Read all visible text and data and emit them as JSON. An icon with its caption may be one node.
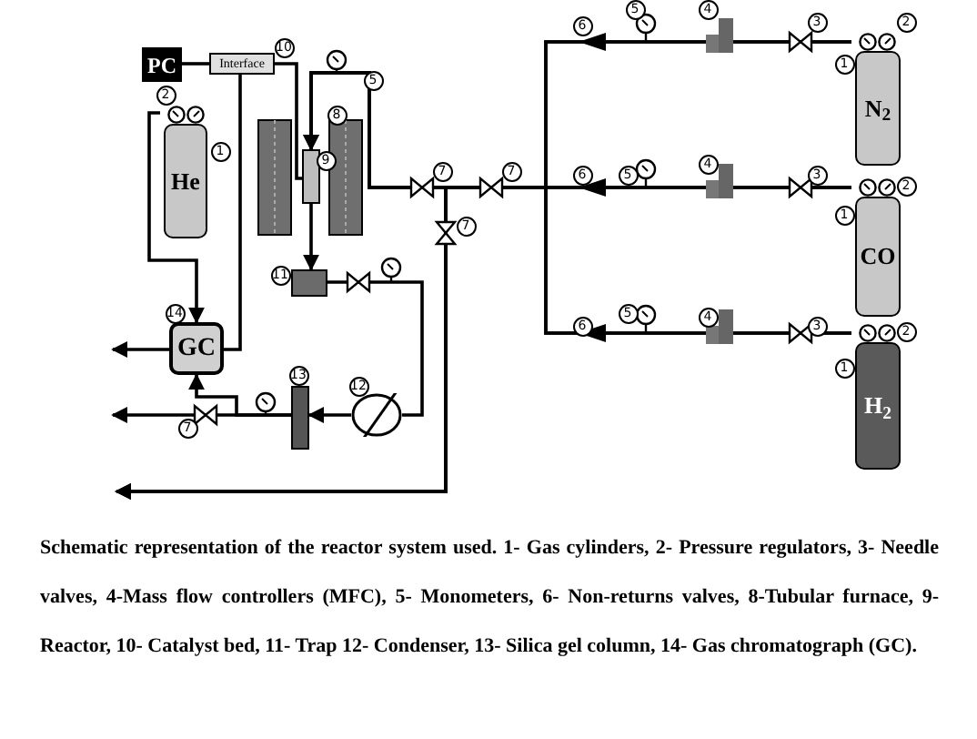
{
  "diagram": {
    "caption": "Schematic representation of the reactor system used. 1- Gas cylinders, 2- Pressure regulators, 3- Needle valves, 4-Mass flow controllers (MFC), 5- Monometers, 6- Non-returns valves, 8-Tubular furnace, 9- Reactor, 10- Catalyst bed, 11- Trap 12- Condenser, 13- Silica gel column, 14- Gas chromatograph (GC).",
    "nodes": [
      {
        "text": [
          "PC"
        ]
      },
      {
        "text": [
          "Interface"
        ]
      },
      {
        "text": [
          "He"
        ],
        "beside": [
          "1"
        ]
      },
      {
        "text": [
          "GC"
        ],
        "beside": [
          "14"
        ]
      },
      {
        "text": [
          "N$_{2}$"
        ],
        "beside": [
          "1"
        ]
      },
      {
        "text": [
          "CO"
        ],
        "beside": [
          "1"
        ]
      },
      {
        "text": [
          "H$_{2}$"
        ],
        "beside": [
          "1"
        ]
      },
      {
        "text": [],
        "shape": "box"
      },
      {
        "text": [],
        "shape": "box",
        "beside": [
          "11"
        ]
      },
      {
        "text": [],
        "shape": "circle",
        "beside": [
          "12"
        ]
      },
      {
        "text": [],
        "shape": "box",
        "beside": [
          "13"
        ]
      }
    ],
    "edges": [
      {
        "from": 0,
        "to": 1,
        "arrow": "none"
      },
      {
        "from": 1,
        "to": 7,
        "arrow": "none"
      },
      {
        "from": 1,
        "to": 3,
        "arrow": "none"
      },
      {
        "from": 2,
        "to": 3,
        "arrow": "to"
      },
      {
        "from": 4,
        "to": 7,
        "arrow": "to"
      },
      {
        "from": 5,
        "to": 7,
        "arrow": "to"
      },
      {
        "from": 6,
        "to": 7,
        "arrow": "to"
      },
      {
        "from": 4,
        "to": null,
        "arrow": "to"
      },
      {
        "from": 5,
        "to": null,
        "arrow": "to"
      },
      {
        "from": 6,
        "to": null,
        "arrow": "to"
      },
      {
        "from": 7,
        "to": 8,
        "arrow": "to"
      },
      {
        "from": 8,
        "to": 9,
        "arrow": "none"
      },
      {
        "from": 9,
        "to": 10,
        "arrow": "to"
      },
      {
        "from": 10,
        "to": 3,
        "arrow": "to"
      },
      {
        "from": 10,
        "to": null,
        "arrow": "to"
      },
      {
        "from": 3,
        "to": null,
        "arrow": "to"
      }
    ],
    "labels": [
      "10",
      "2",
      "5",
      "8",
      "9",
      "7",
      "7",
      "7",
      "7",
      "6",
      "5",
      "4",
      "3",
      "2",
      "6",
      "5",
      "4",
      "3",
      "2",
      "6",
      "5",
      "4",
      "3",
      "2"
    ]
  }
}
